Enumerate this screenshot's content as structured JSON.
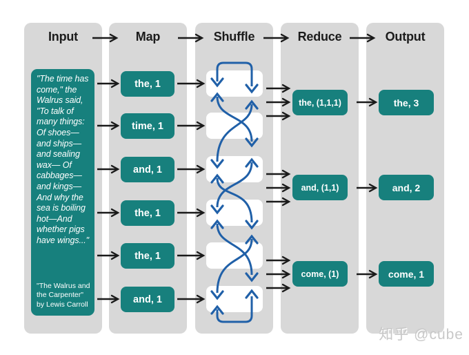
{
  "pipeline": {
    "stages": [
      "Input",
      "Map",
      "Shuffle",
      "Reduce",
      "Output"
    ]
  },
  "input_panel": {
    "quote": "\"The time has\ncome,\" the\nWalrus said,\n\"To talk of\nmany things:\nOf shoes—\nand ships—\nand sealing\nwax— Of\ncabbages—\nand kings—\nAnd why the\nsea is boiling\nhot—And\nwhether pigs\nhave wings...\"",
    "attribution": "\"The Walrus and\nthe Carpenter\"\nby Lewis Carroll"
  },
  "map_stage": {
    "pairs": [
      "the, 1",
      "time, 1",
      "and, 1",
      "the, 1",
      "the, 1",
      "and, 1"
    ]
  },
  "reduce_stage": {
    "groups": [
      "the, (1,1,1)",
      "and, (1,1)",
      "come, (1)"
    ]
  },
  "output_stage": {
    "results": [
      "the, 3",
      "and, 2",
      "come, 1"
    ]
  },
  "watermark": "知乎 @cube",
  "colors": {
    "teal": "#17807d",
    "column_gray": "#d8d8d8",
    "arrow_black": "#1a1a1a",
    "shuffle_blue": "#2060a8",
    "watermark_gray": "#c8c8c8"
  }
}
